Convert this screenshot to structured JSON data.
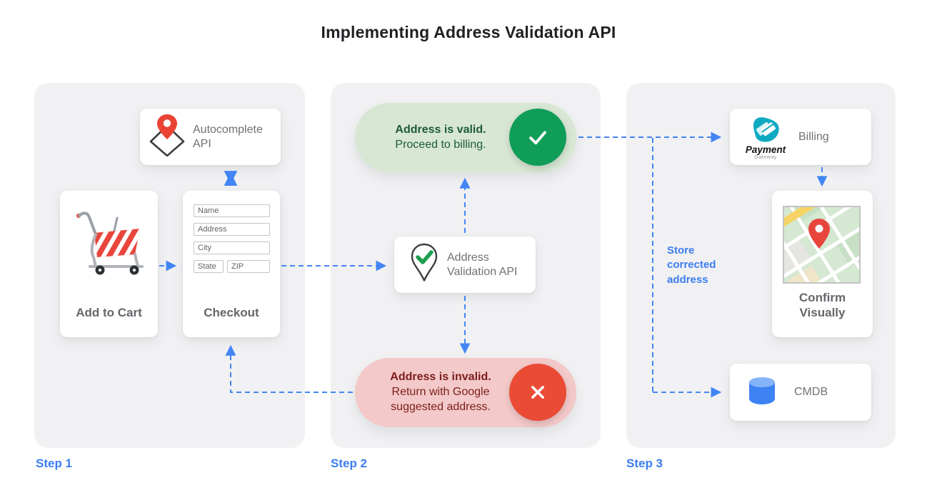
{
  "title": "Implementing Address Validation API",
  "steps": {
    "step1": "Step 1",
    "step2": "Step 2",
    "step3": "Step 3"
  },
  "step1": {
    "autocomplete_api": {
      "label": "Autocomplete API",
      "icon": "map-pin-diamond-icon"
    },
    "add_to_cart": {
      "label": "Add to Cart",
      "icon": "shopping-cart-icon"
    },
    "checkout": {
      "label": "Checkout",
      "fields": {
        "name": "Name",
        "address": "Address",
        "city": "City",
        "state": "State",
        "zip": "ZIP"
      }
    }
  },
  "step2": {
    "valid_banner": {
      "title": "Address is valid.",
      "subtitle": "Proceed to billing.",
      "icon": "check-icon"
    },
    "address_validation_api": {
      "label": "Address Validation API",
      "icon": "pin-check-icon"
    },
    "invalid_banner": {
      "title": "Address is invalid.",
      "subtitle": "Return with Google suggested address.",
      "icon": "x-icon"
    }
  },
  "step3": {
    "billing": {
      "label": "Billing",
      "logo_title": "Payment",
      "logo_subtitle": "Gateway",
      "icon": "payment-gateway-logo"
    },
    "confirm_visually": {
      "label": "Confirm Visually",
      "icon": "map-thumbnail"
    },
    "cmdb": {
      "label": "CMDB",
      "icon": "database-icon"
    },
    "store_note": "Store corrected address"
  },
  "colors": {
    "accent_blue": "#4285f4",
    "google_green": "#0f9d58",
    "valid_bg": "#d7e7d4",
    "valid_text": "#1d5b31",
    "google_red": "#e94b35",
    "invalid_bg": "#f3c9c9",
    "invalid_text": "#7c1d1b",
    "panel_bg": "#f1f1f3",
    "label_gray": "#63676b"
  }
}
